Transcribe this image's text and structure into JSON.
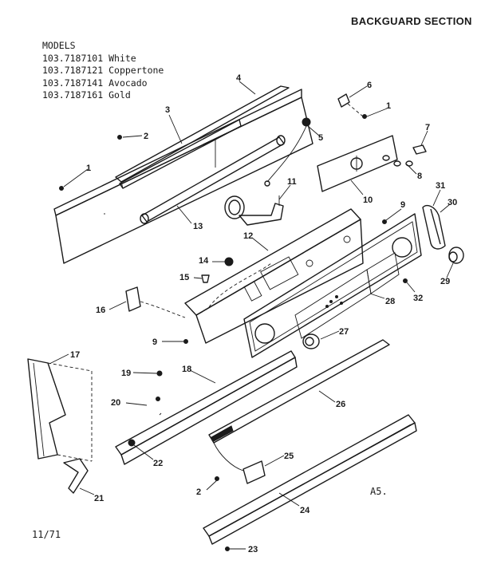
{
  "header": {
    "title": "BACKGUARD SECTION"
  },
  "models": {
    "heading": "MODELS",
    "items": [
      {
        "number": "103.7187101",
        "finish": "White"
      },
      {
        "number": "103.7187121",
        "finish": "Coppertone"
      },
      {
        "number": "103.7187141",
        "finish": "Avocado"
      },
      {
        "number": "103.7187161",
        "finish": "Gold"
      }
    ]
  },
  "footer": {
    "date": "11/71",
    "code": "A5."
  },
  "callouts": [
    "1",
    "2",
    "3",
    "4",
    "5",
    "6",
    "1",
    "7",
    "8",
    "10",
    "11",
    "13",
    "12",
    "9",
    "31",
    "30",
    "14",
    "15",
    "16",
    "9",
    "28",
    "32",
    "29",
    "27",
    "17",
    "19",
    "18",
    "20",
    "26",
    "22",
    "25",
    "2",
    "21",
    "24",
    "23"
  ]
}
